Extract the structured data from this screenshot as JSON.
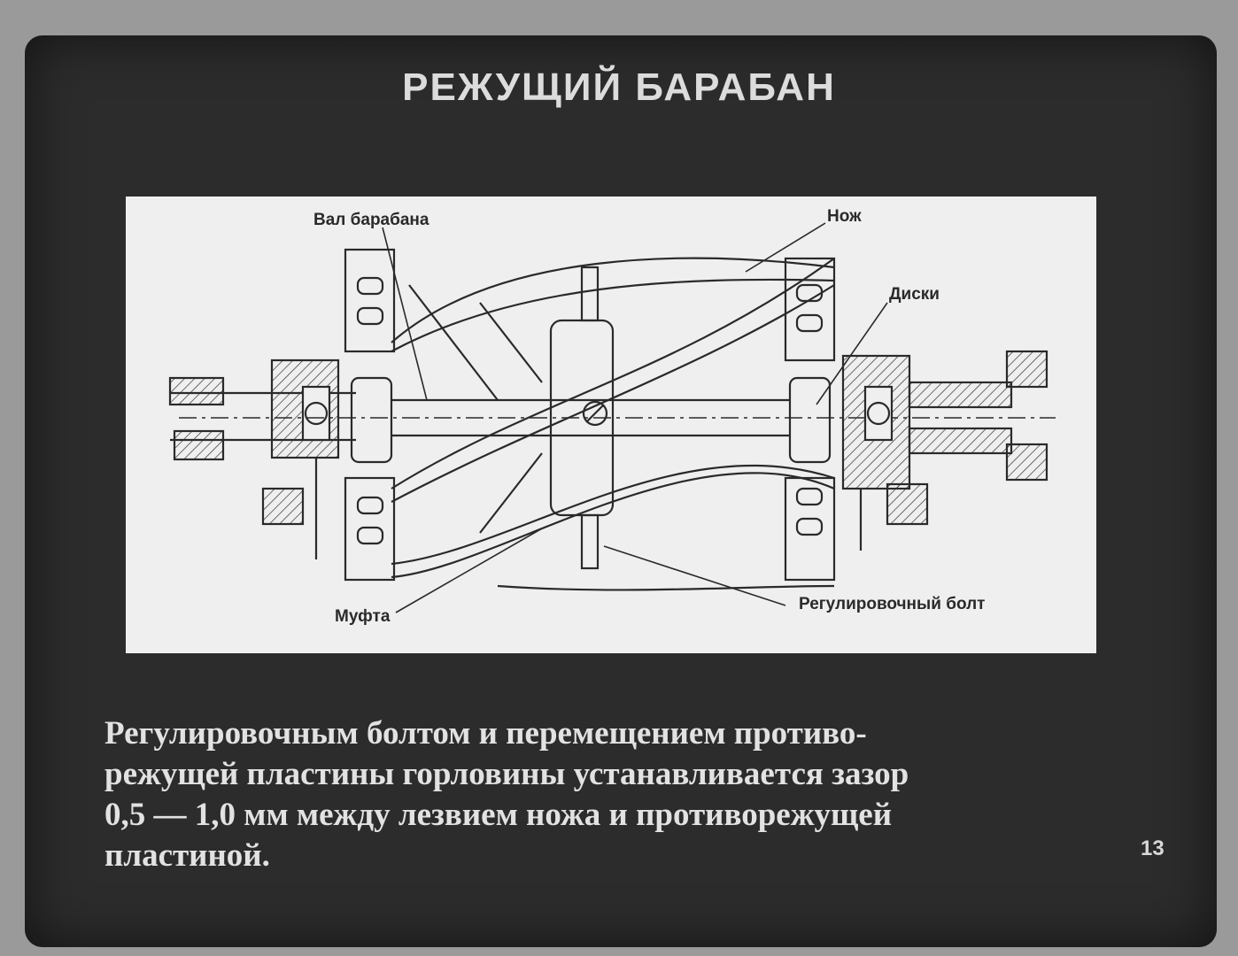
{
  "slide": {
    "title": "РЕЖУЩИЙ БАРАБАН",
    "page_number": "13"
  },
  "diagram": {
    "labels": {
      "shaft": "Вал барабана",
      "knife": "Нож",
      "discs": "Диски",
      "coupling": "Муфта",
      "adjusting_bolt": "Регулировочный болт"
    }
  },
  "caption": {
    "lines": [
      "Регулировочным болтом и перемещением противо-",
      "режущей пластины горловины устанавливается зазор",
      "0,5 — 1,0 мм между лезвием ножа и противорежущей",
      "пластиной."
    ]
  },
  "colors": {
    "background": "#2c2c2c",
    "panel": "#efefef",
    "ink": "#2a2a2a",
    "text": "#e2e2e2"
  }
}
